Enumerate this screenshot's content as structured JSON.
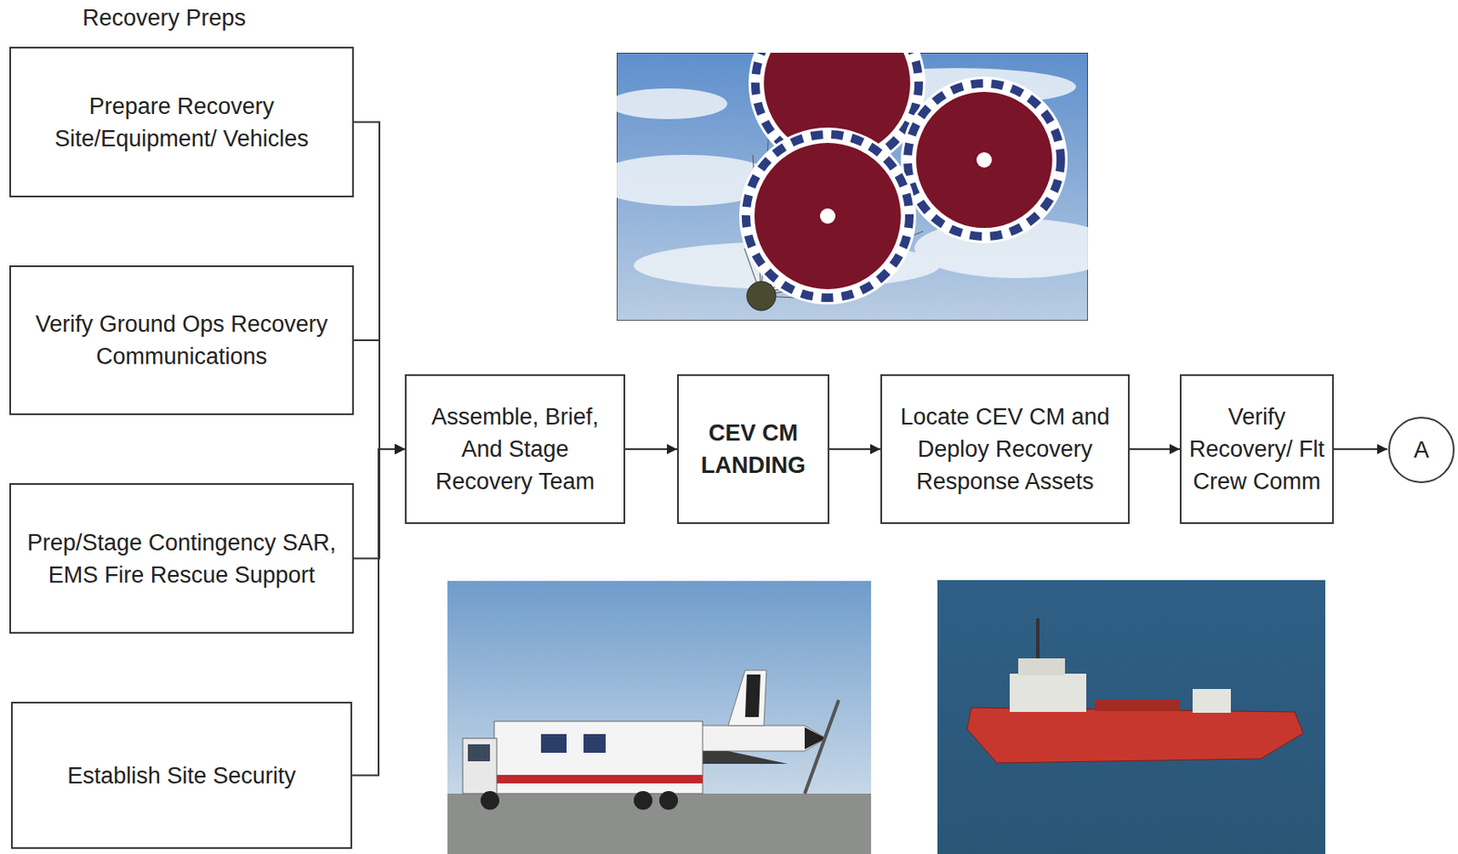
{
  "diagram": {
    "nodes": [
      {
        "text": [
          "Prepare Recovery Site/Equipment/ Vehicles"
        ]
      },
      {
        "text": [
          "Verify Ground Ops Recovery Communications"
        ]
      },
      {
        "text": [
          "Prep/Stage Contingency SAR, EMS Fire Rescue Support"
        ]
      },
      {
        "text": [
          "Establish Site Security"
        ]
      },
      {
        "text": [
          "Assemble, Brief, And Stage Recovery Team"
        ]
      },
      {
        "text": [
          "CEV CM LANDING"
        ]
      },
      {
        "text": [
          "Locate CEV CM and Deploy Recovery Response Assets"
        ]
      },
      {
        "text": [
          "Verify Recovery/ Flt Crew Comm"
        ]
      },
      {
        "text": [
          "A"
        ]
      }
    ],
    "edges": [
      {
        "from": 0,
        "to": 4,
        "arrow": "to"
      },
      {
        "from": 1,
        "to": 4,
        "arrow": "to"
      },
      {
        "from": 2,
        "to": 4,
        "arrow": "to"
      },
      {
        "from": 3,
        "to": 4,
        "arrow": "to"
      },
      {
        "from": 4,
        "to": 5,
        "arrow": "to"
      },
      {
        "from": 5,
        "to": 6,
        "arrow": "to"
      },
      {
        "from": 6,
        "to": 7,
        "arrow": "to"
      },
      {
        "from": 7,
        "to": 8,
        "arrow": "to"
      }
    ],
    "labels": [
      "Recovery Preps"
    ]
  }
}
